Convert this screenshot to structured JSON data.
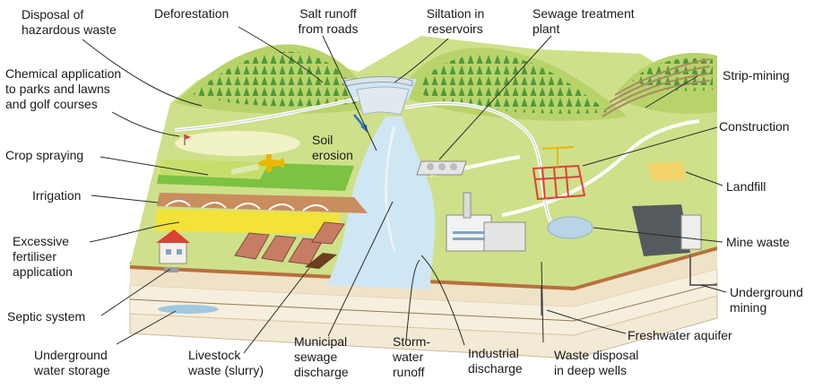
{
  "labels": {
    "disposal_hazardous_waste": "Disposal of\nhazardous waste",
    "deforestation": "Deforestation",
    "salt_runoff": "Salt runoff\nfrom roads",
    "siltation": "Siltation in\nreservoirs",
    "sewage_treatment": "Sewage treatment\nplant",
    "chemical_application": "Chemical application\nto parks and lawns\nand golf courses",
    "crop_spraying": "Crop spraying",
    "irrigation": "Irrigation",
    "excessive_fertiliser": "Excessive\nfertiliser\napplication",
    "soil_erosion": "Soil\nerosion",
    "strip_mining": "Strip-mining",
    "construction": "Construction",
    "landfill": "Landfill",
    "mine_waste": "Mine waste",
    "underground_mining": "Underground\nmining",
    "freshwater_aquifer": "Freshwater aquifer",
    "septic_system": "Septic system",
    "underground_water_storage": "Underground\nwater storage",
    "livestock_waste": "Livestock\nwaste (slurry)",
    "municipal_sewage": "Municipal\nsewage\ndischarge",
    "storm_water": "Storm-\nwater\nrunoff",
    "industrial_discharge": "Industrial\ndischarge",
    "waste_disposal_wells": "Waste disposal\nin deep wells"
  },
  "colors": {
    "grass": "#cfe08a",
    "hill": "#b9d36b",
    "trees": "#4e9a3a",
    "river": "#cfe6f4",
    "soil_top": "#b86f3f",
    "soil_mid": "#f0e2c6",
    "soil_low": "#f7efdd",
    "road": "#ffffff",
    "crop_yellow": "#f2e23a",
    "crop_green": "#7cc243",
    "construction": "#e0403a",
    "mine": "#555a5e",
    "leader": "#2a2a2a"
  }
}
